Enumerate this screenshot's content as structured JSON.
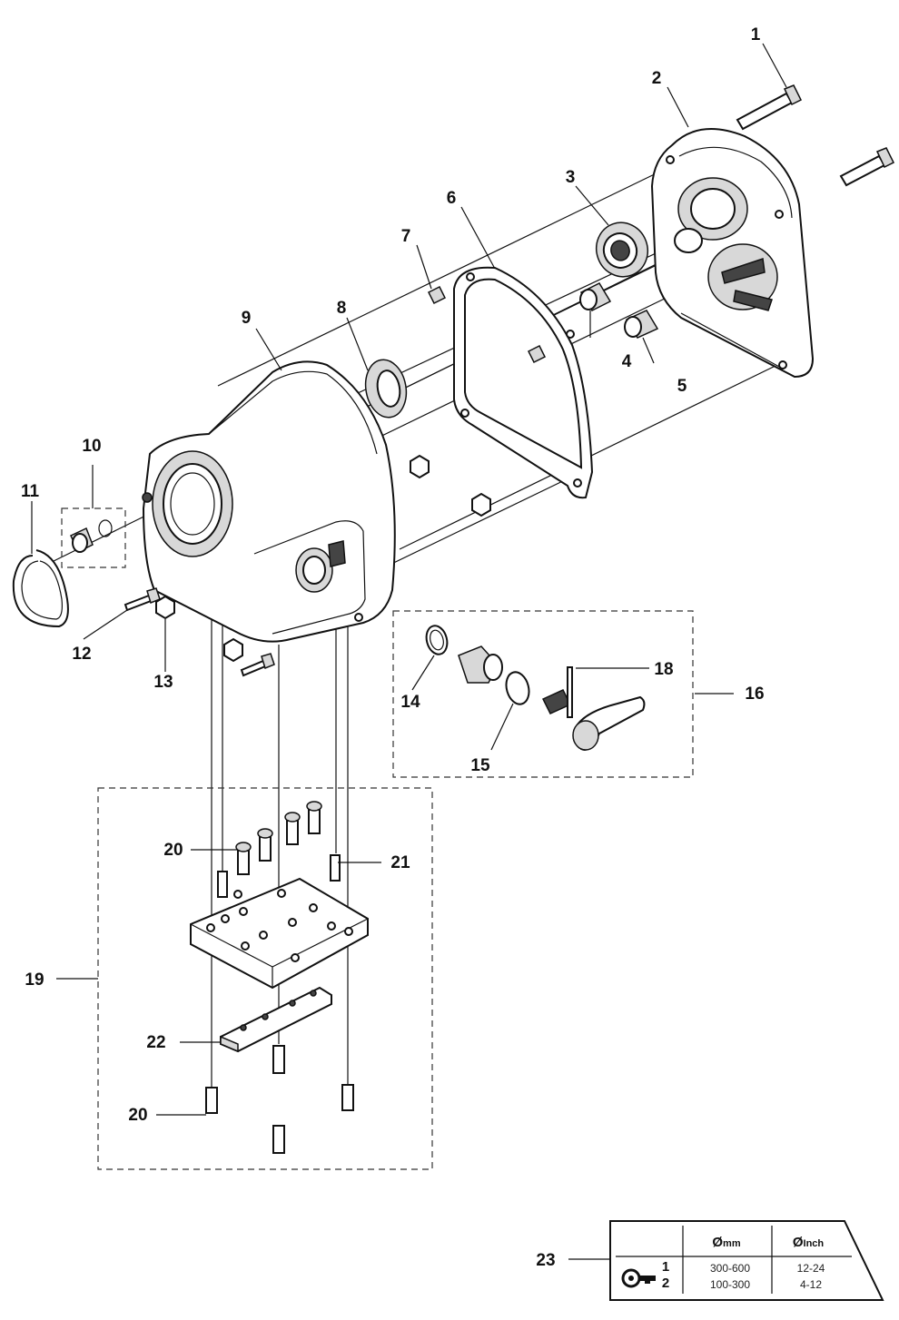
{
  "callouts": {
    "c1": "1",
    "c2": "2",
    "c3": "3",
    "c4": "4",
    "c5": "5",
    "c6": "6",
    "c7": "7",
    "c8": "8",
    "c9": "9",
    "c10": "10",
    "c11": "11",
    "c12": "12",
    "c13": "13",
    "c14": "14",
    "c15": "15",
    "c16": "16",
    "c18": "18",
    "c19": "19",
    "c20a": "20",
    "c20b": "20",
    "c21": "21",
    "c22": "22",
    "c23": "23"
  },
  "table": {
    "col_mm_symbol": "Ø",
    "col_mm_unit": "mm",
    "col_inch_symbol": "Ø",
    "col_inch_unit": "Inch",
    "rows": [
      {
        "num": "1",
        "mm": "300-600",
        "inch": "12-24"
      },
      {
        "num": "2",
        "mm": "100-300",
        "inch": "4-12"
      }
    ],
    "icon": "key-icon"
  }
}
